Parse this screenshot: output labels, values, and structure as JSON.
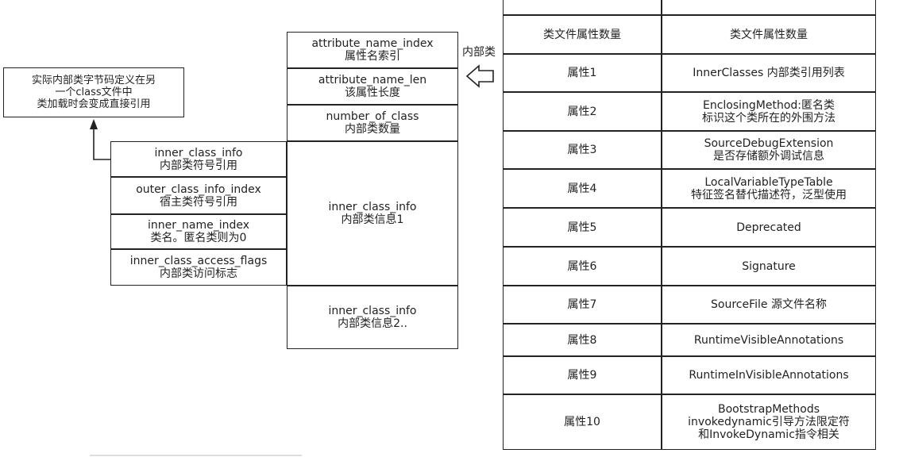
{
  "note": {
    "line1": "实际内部类字节码定义在另",
    "line2": "一个class文件中",
    "line3": "类加载时会变成直接引用"
  },
  "inner_detail": [
    {
      "l1": "inner_class_info",
      "l2": "内部类符号引用"
    },
    {
      "l1": "outer_class_info_index",
      "l2": "宿主类符号引用"
    },
    {
      "l1": "inner_name_index",
      "l2": "类名。匿名类则为0"
    },
    {
      "l1": "inner_class_access_flags",
      "l2": "内部类访问标志"
    }
  ],
  "middle": [
    {
      "l1": "attribute_name_index",
      "l2": "属性名索引"
    },
    {
      "l1": "attribute_name_len",
      "l2": "该属性长度"
    },
    {
      "l1": "number_of_class",
      "l2": "内部类数量"
    },
    {
      "l1": "inner_class_info",
      "l2": "内部类信息1"
    },
    {
      "l1": "inner_class_info",
      "l2": "内部类信息2.."
    }
  ],
  "arrow_label": "内部类",
  "table": {
    "header": {
      "left": "类文件属性数量",
      "right": "类文件属性数量"
    },
    "rows": [
      {
        "name": "属性1",
        "d1": "InnerClasses 内部类引用列表",
        "d2": "",
        "d3": ""
      },
      {
        "name": "属性2",
        "d1": "EnclosingMethod:匿名类",
        "d2": "标识这个类所在的外围方法",
        "d3": ""
      },
      {
        "name": "属性3",
        "d1": "SourceDebugExtension",
        "d2": "是否存储额外调试信息",
        "d3": ""
      },
      {
        "name": "属性4",
        "d1": "LocalVariableTypeTable",
        "d2": "特征签名替代描述符，泛型使用",
        "d3": ""
      },
      {
        "name": "属性5",
        "d1": "Deprecated",
        "d2": "",
        "d3": ""
      },
      {
        "name": "属性6",
        "d1": "Signature",
        "d2": "",
        "d3": ""
      },
      {
        "name": "属性7",
        "d1": "SourceFile 源文件名称",
        "d2": "",
        "d3": ""
      },
      {
        "name": "属性8",
        "d1": "RuntimeVisibleAnnotations",
        "d2": "",
        "d3": ""
      },
      {
        "name": "属性9",
        "d1": "RuntimeInVisibleAnnotations",
        "d2": "",
        "d3": ""
      },
      {
        "name": "属性10",
        "d1": "BootstrapMethods",
        "d2": "invokedynamic引导方法限定符",
        "d3": "和InvokeDynamic指令相关"
      }
    ]
  }
}
